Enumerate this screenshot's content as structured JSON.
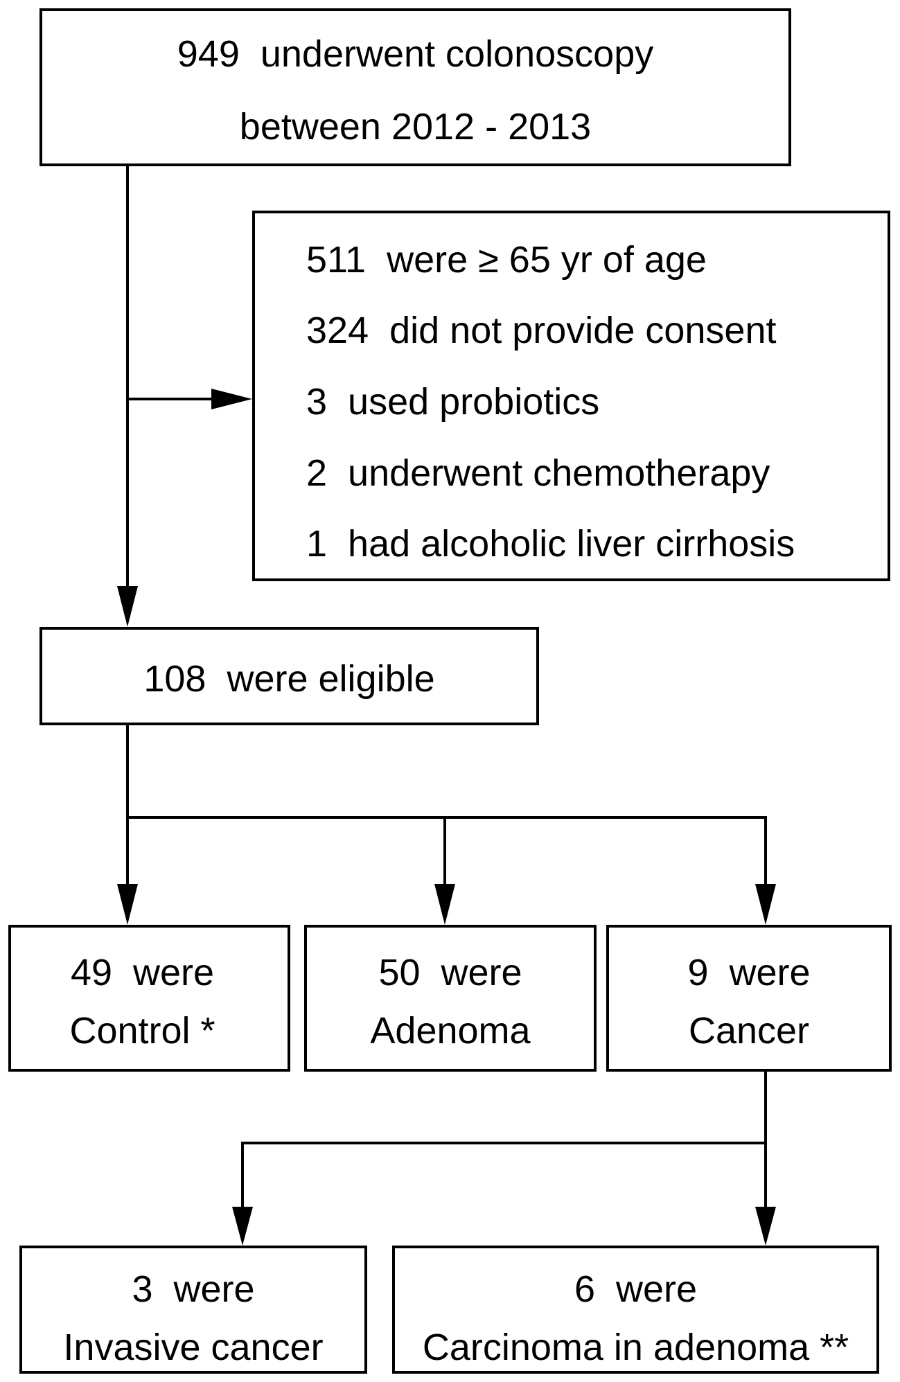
{
  "colors": {
    "stroke": "#000000",
    "background": "#ffffff"
  },
  "start": {
    "line1": "949  underwent colonoscopy",
    "line2": "between 2012 - 2013"
  },
  "exclusions": [
    "511  were ≥ 65 yr of age",
    "324  did not provide consent",
    "3  used probiotics",
    "2  underwent chemotherapy",
    "1  had alcoholic liver cirrhosis"
  ],
  "eligible": {
    "label": "108  were eligible"
  },
  "groups": {
    "control": {
      "line1": "49  were",
      "line2": "Control *"
    },
    "adenoma": {
      "line1": "50  were",
      "line2": "Adenoma"
    },
    "cancer": {
      "line1": "9  were",
      "line2": "Cancer"
    }
  },
  "subgroups": {
    "invasive": {
      "line1": "3  were",
      "line2": "Invasive cancer"
    },
    "carcinoma": {
      "line1": "6  were",
      "line2": "Carcinoma in adenoma **"
    }
  }
}
